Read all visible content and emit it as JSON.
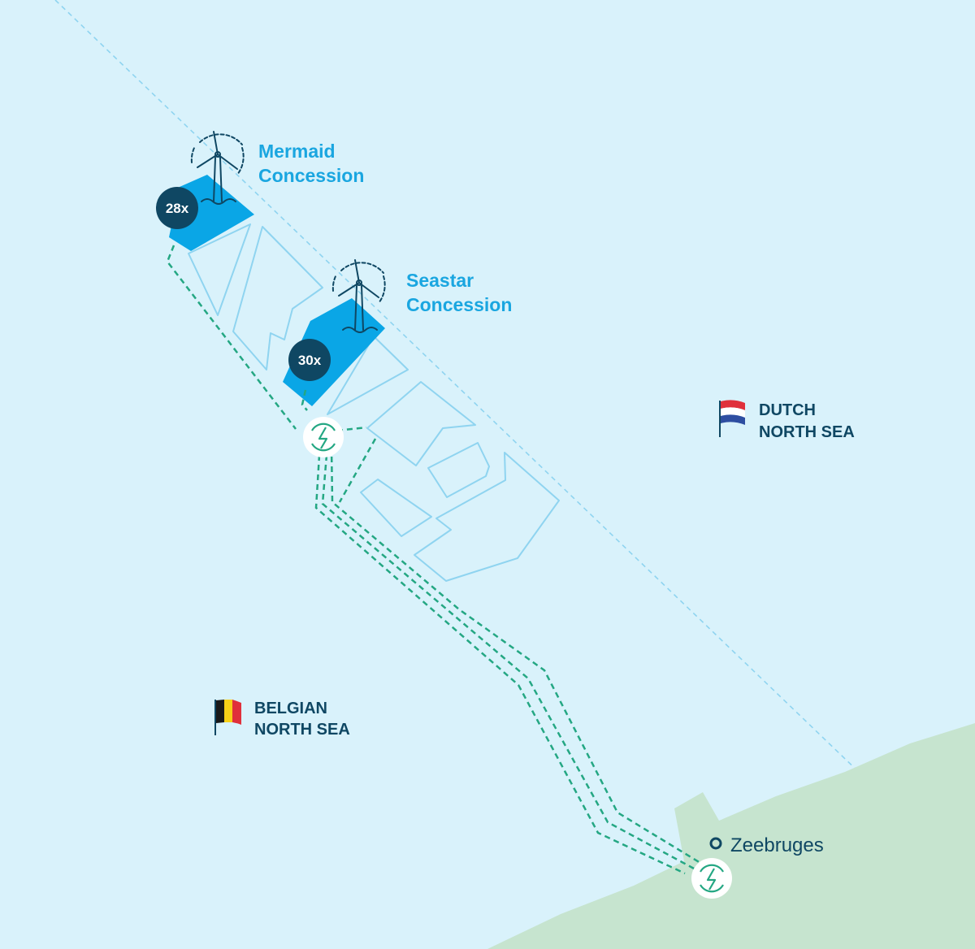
{
  "map": {
    "concessions": [
      {
        "name_line1": "Mermaid",
        "name_line2": "Concession",
        "turbine_count": "28x"
      },
      {
        "name_line1": "Seastar",
        "name_line2": "Concession",
        "turbine_count": "30x"
      }
    ],
    "regions": {
      "dutch": {
        "line1": "DUTCH",
        "line2": "NORTH SEA",
        "flag": "netherlands-flag-icon"
      },
      "belgian": {
        "line1": "BELGIAN",
        "line2": "NORTH SEA",
        "flag": "belgium-flag-icon"
      }
    },
    "location": {
      "name": "Zeebruges"
    },
    "colors": {
      "sea": "#d9f2fb",
      "land": "#c6e4cf",
      "concession_fill": "#0aa6e6",
      "zone_outline": "#8fd4f0",
      "cable": "#24a783",
      "badge": "#0f4763",
      "label_blue": "#1aa6e0",
      "label_dark": "#0f4763"
    },
    "icons": [
      "wind-turbine-icon",
      "substation-icon",
      "location-pin-icon"
    ]
  }
}
